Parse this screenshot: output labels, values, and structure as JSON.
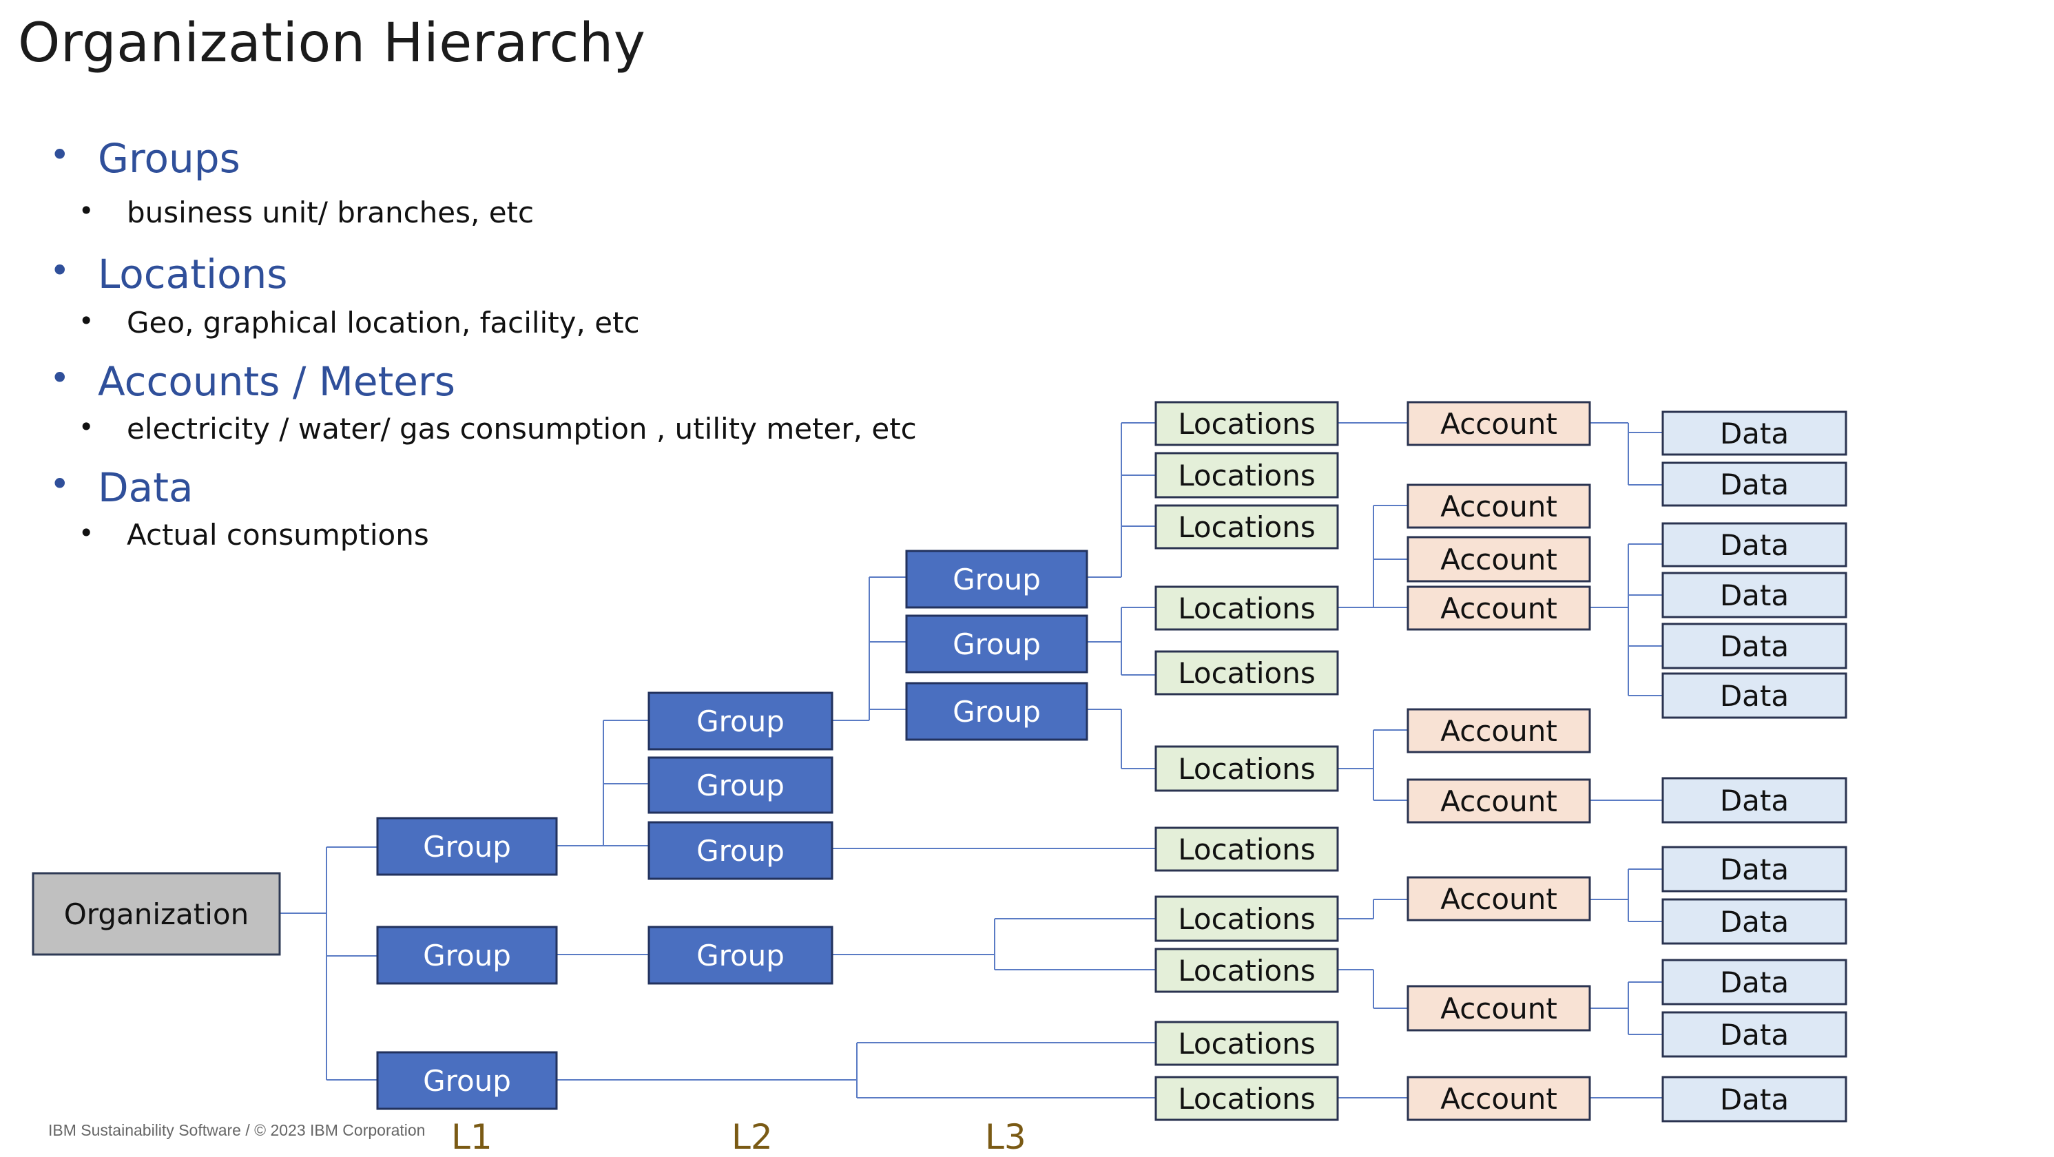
{
  "title": "Organization Hierarchy",
  "bullets": [
    {
      "heading": "Groups",
      "sub": "business unit/ branches, etc"
    },
    {
      "heading": "Locations",
      "sub": "Geo, graphical location, facility, etc"
    },
    {
      "heading": "Accounts / Meters",
      "sub": "electricity / water/ gas consumption , utility meter, etc"
    },
    {
      "heading": "Data",
      "sub": "Actual consumptions"
    }
  ],
  "diagram": {
    "organization_label": "Organization",
    "group_label": "Group",
    "locations_label": "Locations",
    "account_label": "Account",
    "data_label": "Data",
    "levels": [
      "L1",
      "L2",
      "L3"
    ]
  },
  "footer": "IBM Sustainability Software / © 2023 IBM Corporation",
  "colors": {
    "organization_fill": "#c0c0c0",
    "group_fill": "#4a6fc0",
    "locations_fill": "#e4efd9",
    "account_fill": "#f8e2d4",
    "data_fill": "#dde8f5",
    "connector": "#5a7bc4",
    "heading_text": "#2f4f9a",
    "level_text": "#7a5a14"
  }
}
